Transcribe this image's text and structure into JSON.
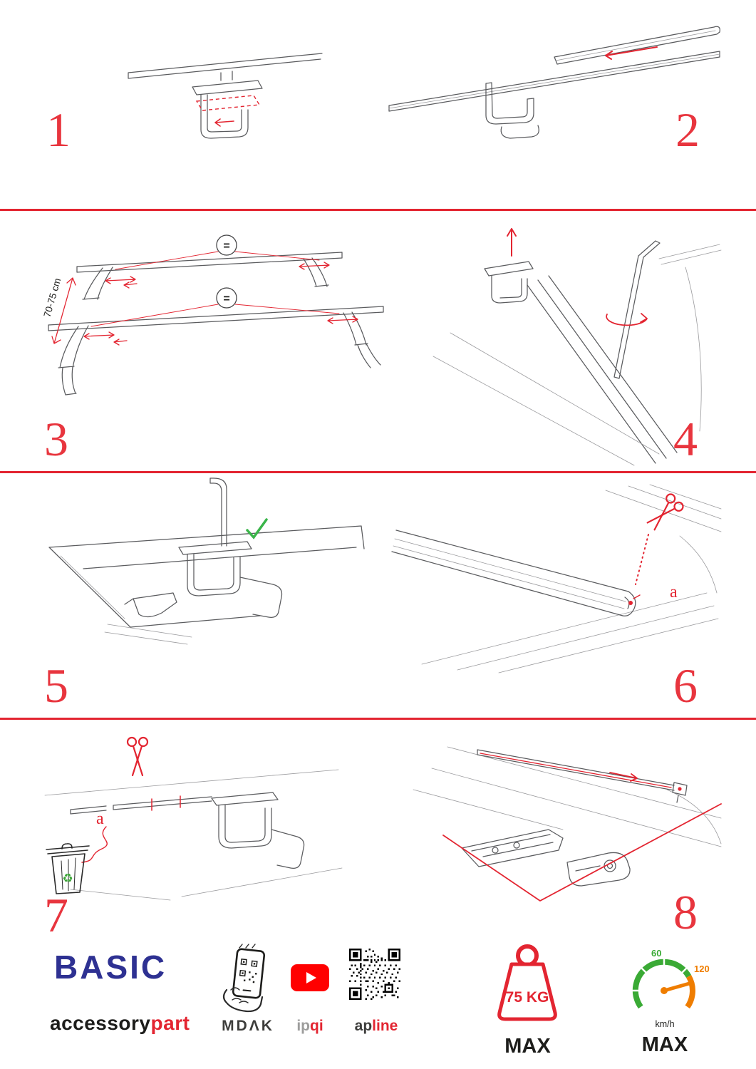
{
  "colors": {
    "accent_red": "#e32531",
    "number_red": "#e8353e",
    "brand_blue": "#2e3192",
    "green": "#3aaa35",
    "orange": "#ef7d00",
    "youtube_red": "#ff0000",
    "ink": "#1d1d1b"
  },
  "steps": [
    {
      "number": "1"
    },
    {
      "number": "2"
    },
    {
      "number": "3"
    },
    {
      "number": "4"
    },
    {
      "number": "5"
    },
    {
      "number": "6"
    },
    {
      "number": "7"
    },
    {
      "number": "8"
    }
  ],
  "ann": {
    "equals": "=",
    "distance": "70-75 cm",
    "label_a": "a",
    "recycle": "♻"
  },
  "footer": {
    "brand": "BASIC",
    "sub_black": "accessory",
    "sub_red": "part",
    "mdak": "MDΛK",
    "ipqi_gray": "ip",
    "ipqi_red": "qi",
    "ap_black": "ap",
    "ap_red": "line",
    "weight_value": "75 KG",
    "weight_max": "MAX",
    "speed_60": "60",
    "speed_120": "120",
    "speed_unit": "km/h",
    "speed_max": "MAX"
  }
}
